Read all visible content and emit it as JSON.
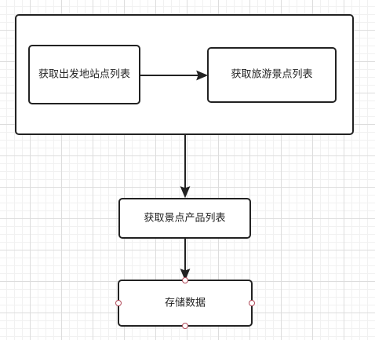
{
  "diagram": {
    "nodes": {
      "group": {
        "label": ""
      },
      "get_departure": {
        "label": "获取出发地站点列表"
      },
      "get_attractions": {
        "label": "获取旅游景点列表"
      },
      "get_products": {
        "label": "获取景点产品列表"
      },
      "store_data": {
        "label": "存储数据",
        "selected": true
      }
    },
    "edges": [
      {
        "from": "get_departure",
        "to": "get_attractions"
      },
      {
        "from": "group",
        "to": "get_products"
      },
      {
        "from": "get_products",
        "to": "store_data"
      }
    ]
  }
}
